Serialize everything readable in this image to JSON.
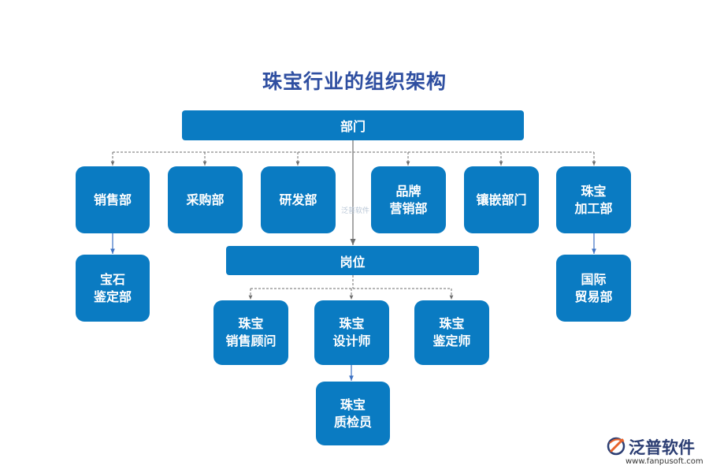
{
  "title": "珠宝行业的组织架构",
  "departments_header": "部门",
  "departments": [
    {
      "label": "销售部"
    },
    {
      "label": "采购部"
    },
    {
      "label": "研发部"
    },
    {
      "label": "品牌\n营销部"
    },
    {
      "label": "镶嵌部门"
    },
    {
      "label": "珠宝\n加工部"
    }
  ],
  "sub_departments": [
    {
      "parent": "销售部",
      "label": "宝石\n鉴定部"
    },
    {
      "parent": "珠宝\n加工部",
      "label": "国际\n贸易部"
    }
  ],
  "positions_header": "岗位",
  "positions": [
    {
      "label": "珠宝\n销售顾问"
    },
    {
      "label": "珠宝\n设计师"
    },
    {
      "label": "珠宝\n鉴定师"
    }
  ],
  "sub_positions": [
    {
      "parent": "珠宝\n设计师",
      "label": "珠宝\n质检员"
    }
  ],
  "logo": {
    "name": "泛普软件",
    "url": "www.fanpusoft.com"
  },
  "watermark": "泛普软件",
  "colors": {
    "box": "#0a7bc2",
    "title": "#2f4fa1",
    "connector": "#6e6e6e",
    "arrow": "#3d72c4"
  }
}
